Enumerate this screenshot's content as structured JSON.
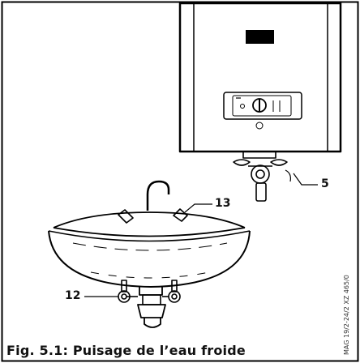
{
  "figure": {
    "caption": "Fig. 5.1: Puisage de l’eau froide",
    "side_reference": "MAG 19/2-24/2 XZ 465/0",
    "callouts": {
      "label_5": "5",
      "label_13": "13",
      "label_12": "12"
    }
  }
}
